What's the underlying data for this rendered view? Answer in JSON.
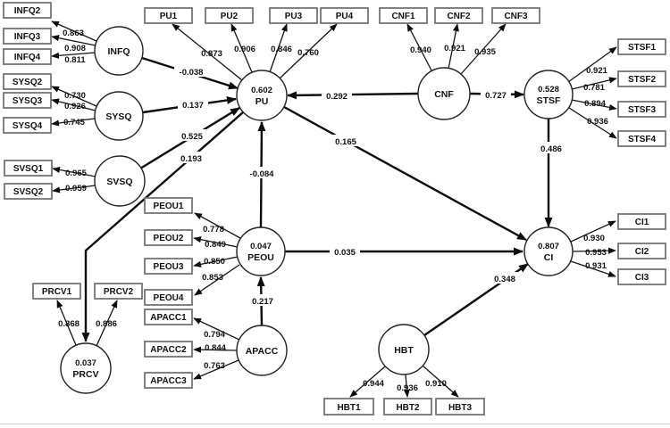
{
  "latents": {
    "infq": {
      "label": "INFQ"
    },
    "sysq": {
      "label": "SYSQ"
    },
    "svsq": {
      "label": "SVSQ"
    },
    "prcv": {
      "label": "PRCV",
      "r2": "0.037"
    },
    "pu": {
      "label": "PU",
      "r2": "0.602"
    },
    "peou": {
      "label": "PEOU",
      "r2": "0.047"
    },
    "apacc": {
      "label": "APACC"
    },
    "cnf": {
      "label": "CNF"
    },
    "stsf": {
      "label": "STSF",
      "r2": "0.528"
    },
    "ci": {
      "label": "CI",
      "r2": "0.807"
    },
    "hbt": {
      "label": "HBT"
    }
  },
  "indicators": {
    "infq2": {
      "label": "INFQ2",
      "loading": "0.863"
    },
    "infq3": {
      "label": "INFQ3",
      "loading": "0.908"
    },
    "infq4": {
      "label": "INFQ4",
      "loading": "0.811"
    },
    "sysq2": {
      "label": "SYSQ2",
      "loading": "0.730"
    },
    "sysq3": {
      "label": "SYSQ3",
      "loading": "0.926"
    },
    "sysq4": {
      "label": "SYSQ4",
      "loading": "0.745"
    },
    "svsq1": {
      "label": "SVSQ1",
      "loading": "0.965"
    },
    "svsq2": {
      "label": "SVSQ2",
      "loading": "0.959"
    },
    "prcv1": {
      "label": "PRCV1",
      "loading": "0.868"
    },
    "prcv2": {
      "label": "PRCV2",
      "loading": "0.886"
    },
    "pu1": {
      "label": "PU1",
      "loading": "0.873"
    },
    "pu2": {
      "label": "PU2",
      "loading": "0.906"
    },
    "pu3": {
      "label": "PU3",
      "loading": "0.846"
    },
    "pu4": {
      "label": "PU4",
      "loading": "0.760"
    },
    "peou1": {
      "label": "PEOU1",
      "loading": "0.778"
    },
    "peou2": {
      "label": "PEOU2",
      "loading": "0.849"
    },
    "peou3": {
      "label": "PEOU3",
      "loading": "0.850"
    },
    "peou4": {
      "label": "PEOU4",
      "loading": "0.853"
    },
    "apacc1": {
      "label": "APACC1",
      "loading": "0.794"
    },
    "apacc2": {
      "label": "APACC2",
      "loading": "0.844"
    },
    "apacc3": {
      "label": "APACC3",
      "loading": "0.763"
    },
    "cnf1": {
      "label": "CNF1",
      "loading": "0.940"
    },
    "cnf2": {
      "label": "CNF2",
      "loading": "0.921"
    },
    "cnf3": {
      "label": "CNF3",
      "loading": "0.935"
    },
    "stsf1": {
      "label": "STSF1",
      "loading": "0.921"
    },
    "stsf2": {
      "label": "STSF2",
      "loading": "0.781"
    },
    "stsf3": {
      "label": "STSF3",
      "loading": "0.894"
    },
    "stsf4": {
      "label": "STSF4",
      "loading": "0.936"
    },
    "ci1": {
      "label": "CI1",
      "loading": "0.930"
    },
    "ci2": {
      "label": "CI2",
      "loading": "0.953"
    },
    "ci3": {
      "label": "CI3",
      "loading": "0.931"
    },
    "hbt1": {
      "label": "HBT1",
      "loading": "0.944"
    },
    "hbt2": {
      "label": "HBT2",
      "loading": "0.936"
    },
    "hbt3": {
      "label": "HBT3",
      "loading": "0.910"
    }
  },
  "paths": {
    "infq_pu": "-0.038",
    "sysq_pu": "0.137",
    "svsq_pu": "0.525",
    "pu_prcv": "0.193",
    "cnf_pu": "0.292",
    "cnf_stsf": "0.727",
    "stsf_ci": "0.486",
    "pu_ci": "0.165",
    "peou_pu": "-0.084",
    "peou_ci": "0.035",
    "apacc_peou": "0.217",
    "hbt_ci": "0.348"
  }
}
